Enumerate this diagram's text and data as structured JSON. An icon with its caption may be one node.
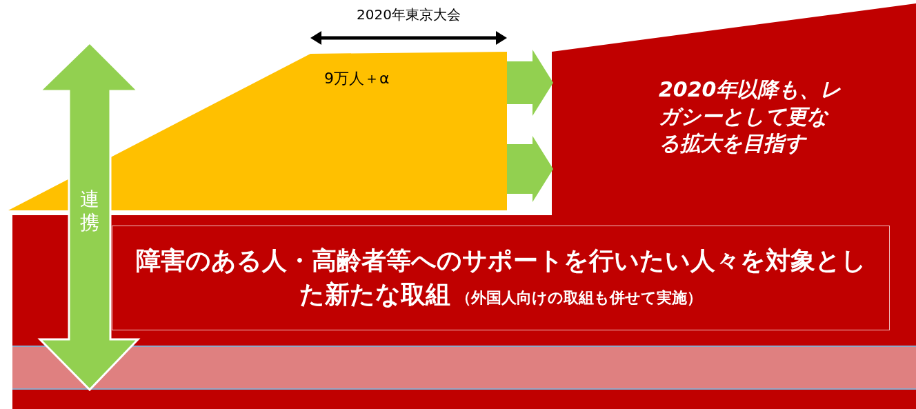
{
  "diagram": {
    "nodes": [
      {
        "text": [
          "9万人＋α"
        ]
      },
      {
        "text": [
          "2020年以降も、レガシーとして更なる拡大を目指す"
        ]
      },
      {
        "text": [],
        "shape": "box"
      },
      {
        "text": [
          "障害のある人・高齢者等へのサポートを行いたい人々を対象とした新たな取組",
          "（外国人向けの取組も併せて実施）"
        ],
        "in": 2
      }
    ],
    "edges": [
      {
        "from": 0,
        "to": 1,
        "arrow": "to"
      },
      {
        "from": 0,
        "to": 1,
        "arrow": "to"
      }
    ],
    "labels": [
      "2020年東京大会",
      "連携"
    ]
  }
}
